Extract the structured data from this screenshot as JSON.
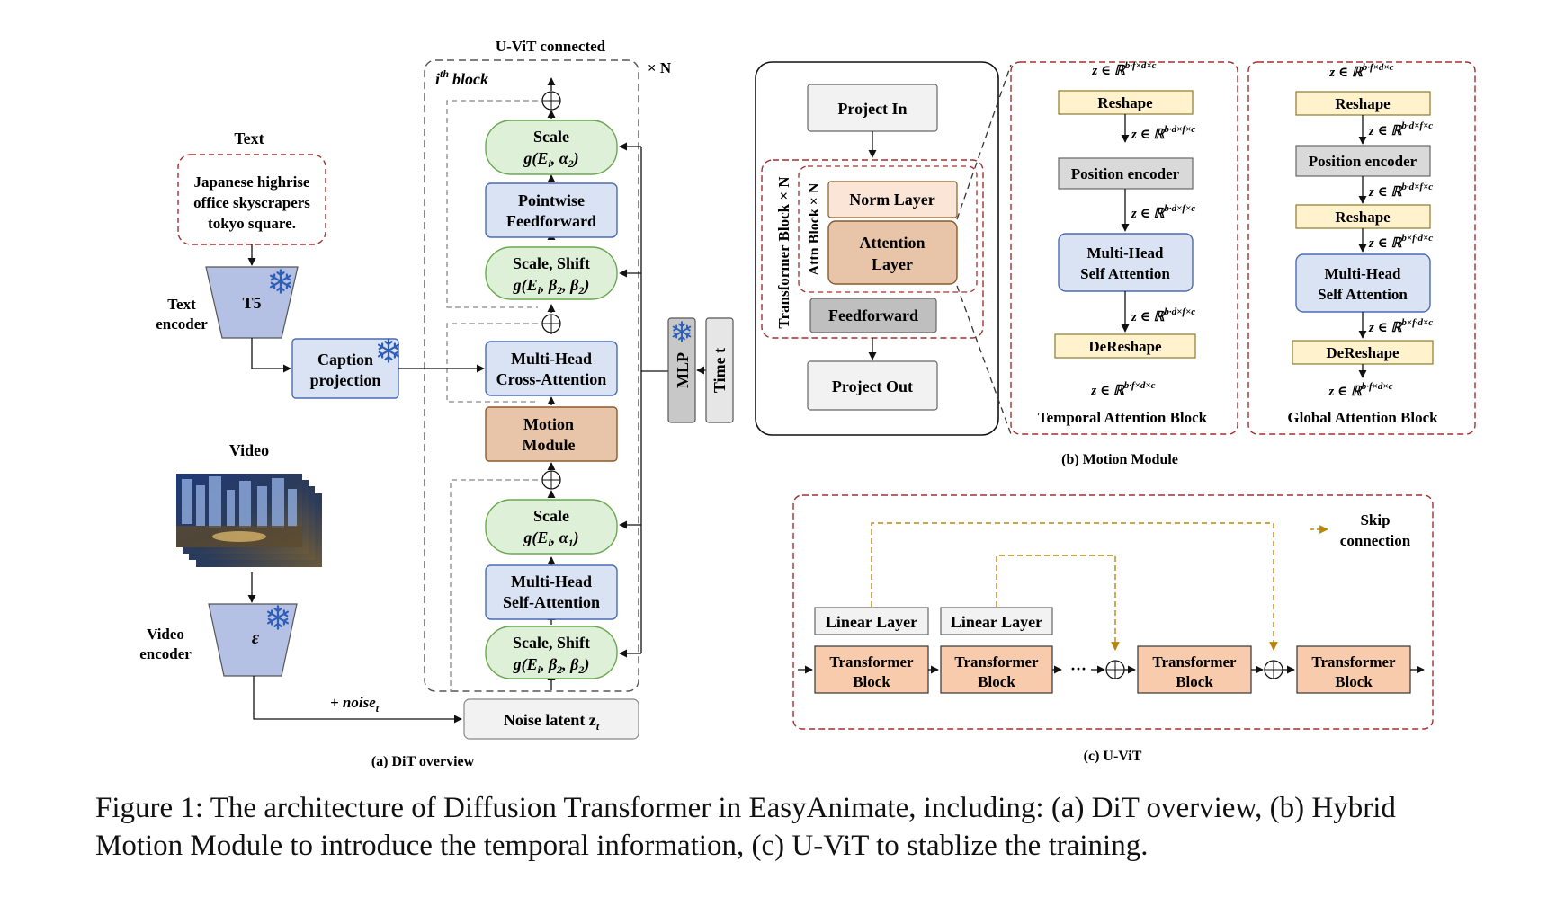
{
  "colors": {
    "green_fill": "#dff0d8",
    "green_stroke": "#6aa84f",
    "blue_fill": "#dae3f3",
    "blue_stroke": "#4a6bb5",
    "orange_fill": "#e8c4a8",
    "orange_stroke": "#8b5a2b",
    "salmon_fill": "#f8cbad",
    "yellow_fill": "#fff2cc",
    "gray_fill": "#d9d9d9",
    "light_gray_fill": "#f2f2f2",
    "red_dashed": "#a03030",
    "skip_connection": "#b8860b",
    "encoder_fill": "#b4c0e4"
  },
  "dit": {
    "uvit_connected": "U-ViT connected",
    "times_n": "× N",
    "block_label_i": "i",
    "block_label_th": "th",
    "block_label_rest": "block",
    "text_title": "Text",
    "prompt_lines": [
      "Japanese highrise",
      "office skyscrapers",
      "tokyo square."
    ],
    "t5_label": "T5",
    "text_encoder_lines": [
      "Text",
      "encoder"
    ],
    "caption_projection_lines": [
      "Caption",
      "projection"
    ],
    "video_title": "Video",
    "video_encoder_symbol": "ε",
    "video_encoder_lines": [
      "Video",
      "encoder"
    ],
    "noise_label": "+ noise",
    "noise_sub": "t",
    "noise_latent_label": "Noise latent z",
    "noise_latent_sub": "t",
    "scale_top": {
      "title": "Scale",
      "formula": "g(E",
      "sub_i": "i",
      "rest": ", α",
      "sub": "2",
      "close": ")"
    },
    "pointwise_ff": [
      "Pointwise",
      "Feedforward"
    ],
    "scale_shift_top": {
      "title": "Scale, Shift",
      "formula": "g(E",
      "sub_i": "i",
      "rest1": ", β",
      "sub1": "2",
      "rest2": ", β",
      "sub2": "2",
      "close": ")"
    },
    "cross_attention": [
      "Multi-Head",
      "Cross-Attention"
    ],
    "motion_module": [
      "Motion",
      "Module"
    ],
    "scale_bottom": {
      "title": "Scale",
      "formula": "g(E",
      "sub_i": "i",
      "rest": ", α",
      "sub": "1",
      "close": ")"
    },
    "self_attention": [
      "Multi-Head",
      "Self-Attention"
    ],
    "scale_shift_bottom": {
      "title": "Scale, Shift",
      "formula": "g(E",
      "sub_i": "i",
      "rest1": ", β",
      "sub1": "2",
      "rest2": ", β",
      "sub2": "2",
      "close": ")"
    },
    "mlp": "MLP",
    "time_t": "Time t",
    "subtitle": "(a) DiT overview"
  },
  "motion": {
    "project_in": "Project In",
    "transformer_block_n": "Transformer Block × N",
    "attn_block_n": "Attn Block × N",
    "norm_layer": "Norm Layer",
    "attention_layer": [
      "Attention",
      "Layer"
    ],
    "feedforward": "Feedforward",
    "project_out": "Project  Out",
    "temporal": {
      "z_in": "z ∈ ℝ",
      "z_in_sup": "b·f×d×c",
      "reshape": "Reshape",
      "z1": "z ∈ ℝ",
      "z1_sup": "b·d×f×c",
      "position_encoder": "Position encoder",
      "z2": "z ∈ ℝ",
      "z2_sup": "b·d×f×c",
      "attention": [
        "Multi-Head",
        "Self Attention"
      ],
      "z3": "z ∈ ℝ",
      "z3_sup": "b·d×f×c",
      "dereshape": "DeReshape",
      "z_out": "z ∈ ℝ",
      "z_out_sup": "b·f×d×c",
      "title": "Temporal Attention Block"
    },
    "global": {
      "z_in": "z ∈ ℝ",
      "z_in_sup": "b·f×d×c",
      "reshape1": "Reshape",
      "z1": "z ∈ ℝ",
      "z1_sup": "b·d×f×c",
      "position_encoder": "Position encoder",
      "z2": "z ∈ ℝ",
      "z2_sup": "b·d×f×c",
      "reshape2": "Reshape",
      "z3": "z ∈ ℝ",
      "z3_sup": "b×f·d×c",
      "attention": [
        "Multi-Head",
        "Self Attention"
      ],
      "z4": "z ∈ ℝ",
      "z4_sup": "b×f·d×c",
      "dereshape": "DeReshape",
      "z_out": "z ∈ ℝ",
      "z_out_sup": "b·f×d×c",
      "title": "Global Attention Block"
    },
    "subtitle": "(b) Motion Module"
  },
  "uvit": {
    "linear_layer": "Linear Layer",
    "transformer_block": [
      "Transformer",
      "Block"
    ],
    "ellipsis": "···",
    "skip_connection": [
      "Skip",
      "connection"
    ],
    "subtitle": "(c) U-ViT"
  },
  "caption": {
    "line1": "Figure 1: The architecture of Diffusion Transformer in EasyAnimate, including: (a) DiT overview, (b) Hybrid",
    "line2": "Motion Module to introduce the temporal information, (c) U-ViT to stablize the training."
  }
}
